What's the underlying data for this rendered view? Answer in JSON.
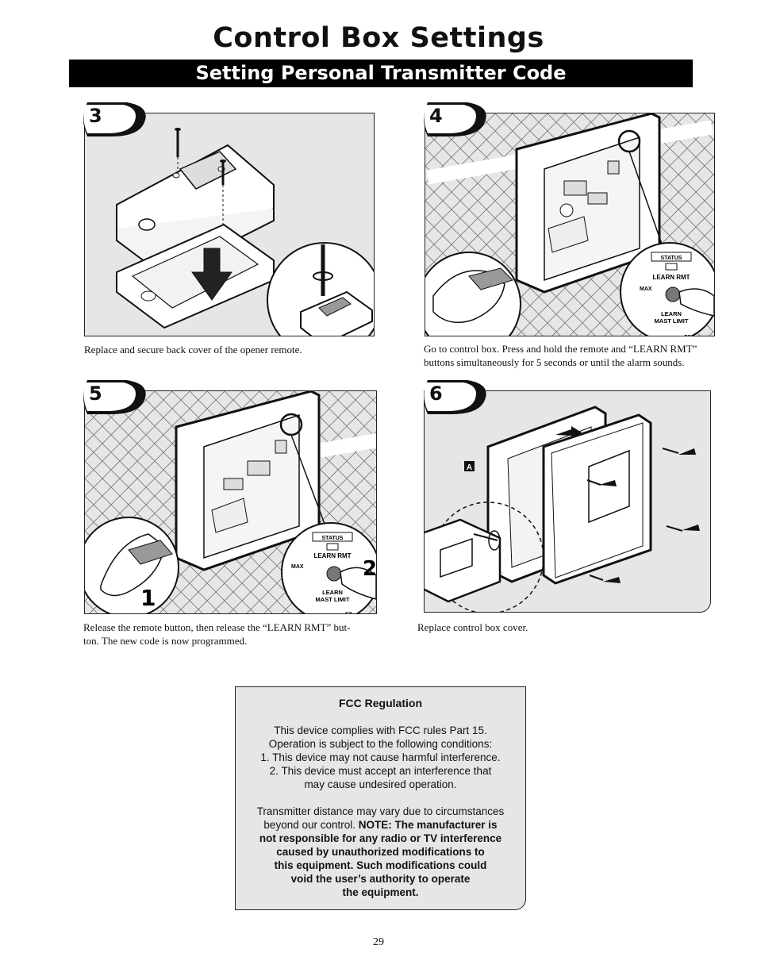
{
  "page": {
    "title": "Control Box Settings",
    "banner": "Setting Personal Transmitter Code",
    "page_number": "29"
  },
  "steps": [
    {
      "number": "3",
      "caption": "Replace and secure back cover of the opener remote."
    },
    {
      "number": "4",
      "caption_line1": "Go to control box. Press and hold the remote and “LEARN RMT”",
      "caption_line2": "buttons simultaneously for 5 seconds or until the alarm sounds."
    },
    {
      "number": "5",
      "caption_line1": "Release the remote button, then release the “LEARN RMT” but-",
      "caption_line2": "ton. The new code is now programmed."
    },
    {
      "number": "6",
      "caption": "Replace control box cover."
    }
  ],
  "diagram_labels": {
    "status": "STATUS",
    "learn_rmt": "LEARN  RMT",
    "max": "MAX",
    "learn": "LEARN",
    "mast_limit": "MAST  LIMIT",
    "s2": "S2",
    "callout_1": "1",
    "callout_2": "2",
    "marker_a": "A"
  },
  "fcc": {
    "heading": "FCC Regulation",
    "line1": "This device complies with FCC rules Part 15.",
    "line2": "Operation is subject to the following conditions:",
    "item1": "1. This device may not cause harmful interference.",
    "item2": "2. This device must accept an interference that",
    "item2b": "may cause undesired operation.",
    "para2_a": "Transmitter distance may vary due to circumstances",
    "para2_b": "beyond our control.",
    "note_a": "NOTE: The manufacturer is",
    "note_b": "not responsible for any radio or TV interference",
    "note_c": "caused by unauthorized modifications to",
    "note_d": "this equipment. Such modifications could",
    "note_e": "void the user’s authority to operate",
    "note_f": "the equipment."
  }
}
